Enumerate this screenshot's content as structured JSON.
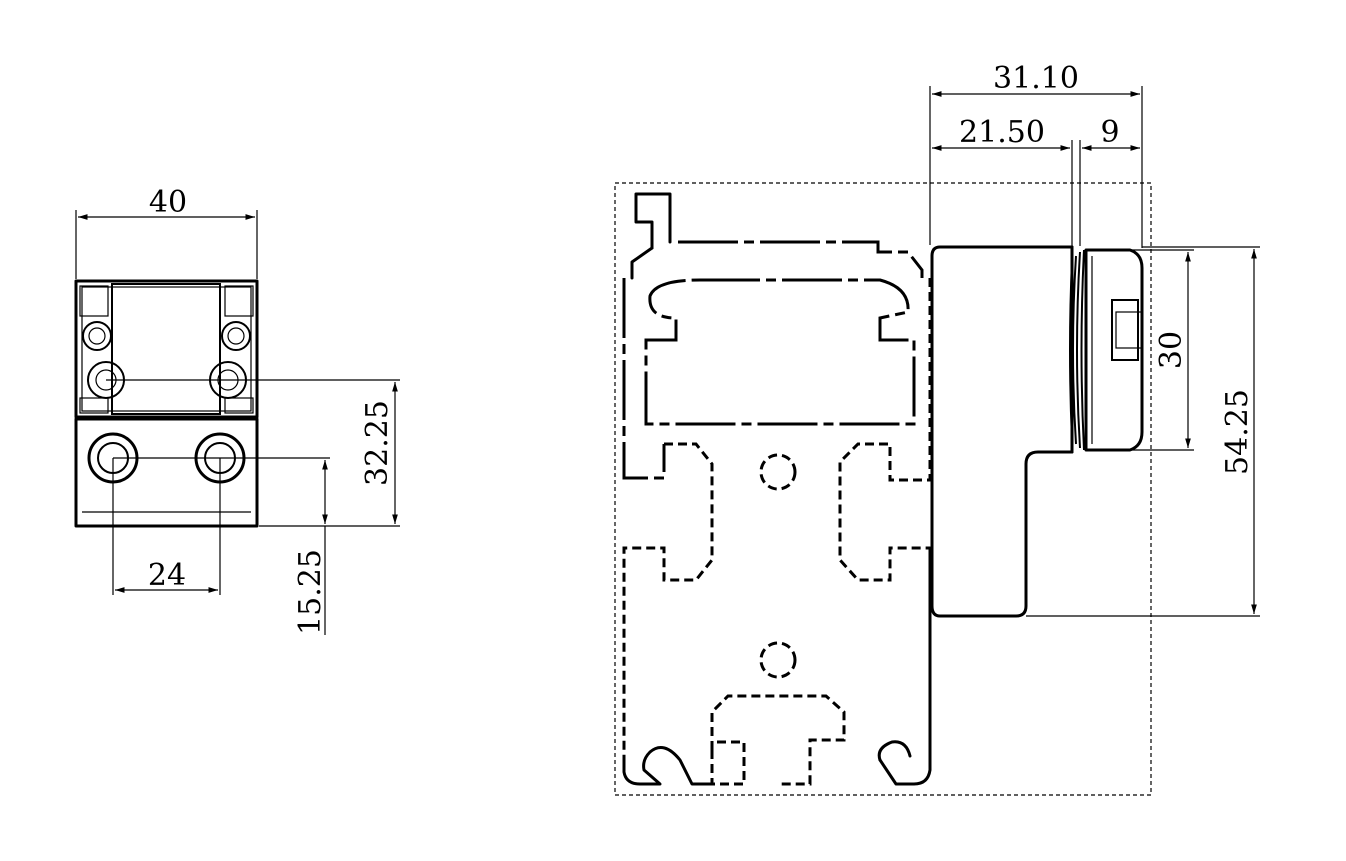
{
  "drawing": {
    "front_view": {
      "width_label": "40",
      "hole_spacing_label": "24",
      "height_upper_label": "32.25",
      "height_lower_label": "15.25"
    },
    "side_view": {
      "overall_depth_label": "31.10",
      "body_depth_label": "21.50",
      "cap_depth_label": "9",
      "cap_height_label": "30",
      "overall_height_label": "54.25"
    }
  }
}
